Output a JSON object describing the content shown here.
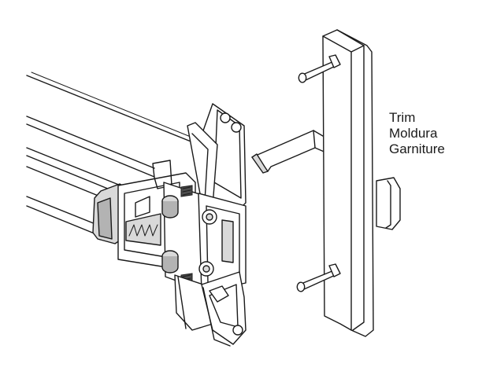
{
  "callout": {
    "lines": [
      "Trim",
      "Moldura",
      "Garniture"
    ]
  }
}
